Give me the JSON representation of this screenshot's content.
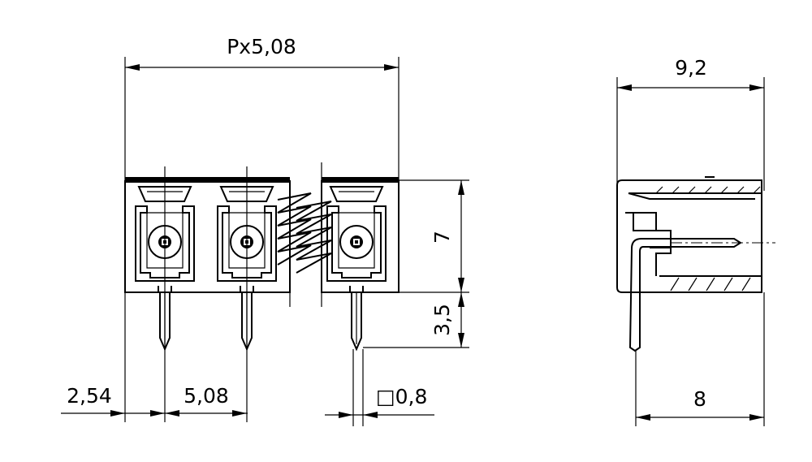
{
  "dimensions": {
    "overall_width": "Px5,08",
    "side_width": "9,2",
    "height": "7",
    "pin_length": "3,5",
    "edge_offset": "2,54",
    "pitch": "5,08",
    "pin_size": "□0,8",
    "side_depth": "8"
  }
}
